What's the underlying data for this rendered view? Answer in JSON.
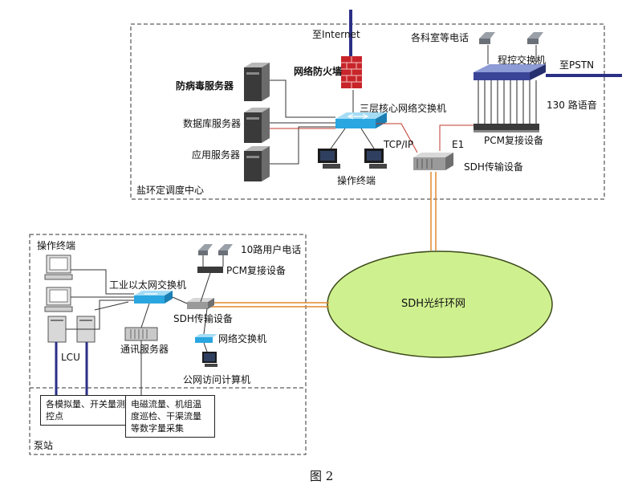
{
  "top": {
    "region_label": "盐环定调度中心",
    "internet": "至Internet",
    "firewall": "网络防火墙",
    "antivirus_server": "防病毒服务器",
    "db_server": "数据库服务器",
    "app_server": "应用服务器",
    "core_switch": "三层核心网络交换机",
    "tcpip": "TCP/IP",
    "terminal": "操作终端",
    "sdh": "SDH传输设备",
    "e1": "E1",
    "pcm": "PCM复接设备",
    "voice": "130 路语音",
    "pstn": "至PSTN",
    "pbx": "程控交换机",
    "dept_phones": "各科室等电话"
  },
  "ring": {
    "label": "SDH光纤环网"
  },
  "bottom": {
    "region_label": "泵站",
    "terminal": "操作终端",
    "ind_switch": "工业以太网交换机",
    "phones": "10路用户电话",
    "pcm": "PCM复接设备",
    "sdh": "SDH传输设备",
    "comm_server": "通讯服务器",
    "net_switch": "网络交换机",
    "public_pc": "公网访问计算机",
    "lcu": "LCU",
    "box_left": "各模拟量、开关量测控点",
    "box_right": "电磁流量、机组温度巡检、干渠流量等数字量采集"
  },
  "caption": "图 2"
}
